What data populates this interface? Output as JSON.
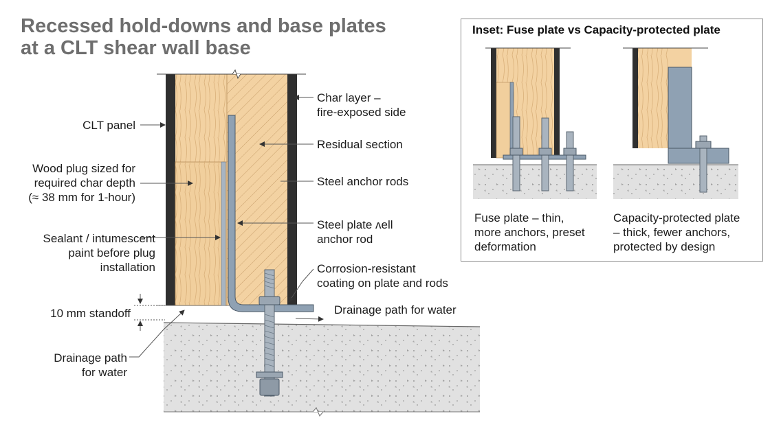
{
  "title_line1": "Recessed hold-downs and base plates",
  "title_line2": "at a CLT shear wall base",
  "labels": {
    "clt_panel": "CLT panel",
    "wood_plug_1": "Wood plug sized for",
    "wood_plug_2": "required char depth",
    "wood_plug_3": "(≈ 38 mm for 1-hour)",
    "sealant_1": "Sealant / intumescent",
    "sealant_2": "paint before plug",
    "sealant_3": "installation",
    "standoff": "10 mm standoff",
    "drainage_left_1": "Drainage path",
    "drainage_left_2": "for water",
    "char_1": "Char layer –",
    "char_2": "fire-exposed side",
    "residual": "Residual section",
    "anchor_rods": "Steel anchor rods",
    "plate_1": "Steel plate ʌell",
    "plate_2": "anchor rod",
    "coating_1": "Corrosion-resistant",
    "coating_2": "coating on plate and rods",
    "drainage_right": "Drainage path for water"
  },
  "inset": {
    "title": "Inset: Fuse plate vs Capacity-protected plate",
    "fuse_1": "Fuse plate – thin,",
    "fuse_2": "more anchors, preset",
    "fuse_3": "deformation",
    "cap_1": "Capacity-protected plate",
    "cap_2": "– thick, fewer anchors,",
    "cap_3": "protected by design"
  },
  "colors": {
    "wood": "#f3d2a2",
    "char": "#2f2f2f",
    "steel": "#8fa1b3",
    "concrete": "#e1e1e1",
    "title": "#6e6e6e"
  }
}
